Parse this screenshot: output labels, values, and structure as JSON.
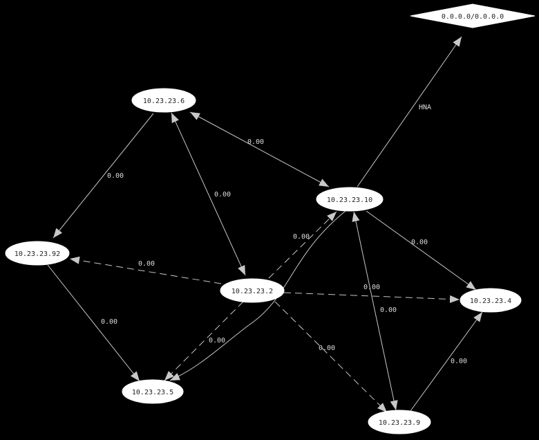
{
  "graph": {
    "background": "#000000",
    "node_fill": "#ffffff",
    "edge_color": "#c8c8c8",
    "nodes": [
      {
        "id": "n6",
        "label": "10.23.23.6",
        "shape": "ellipse"
      },
      {
        "id": "n10",
        "label": "10.23.23.10",
        "shape": "ellipse"
      },
      {
        "id": "n92",
        "label": "10.23.23.92",
        "shape": "ellipse"
      },
      {
        "id": "n2",
        "label": "10.23.23.2",
        "shape": "ellipse"
      },
      {
        "id": "n4",
        "label": "10.23.23.4",
        "shape": "ellipse"
      },
      {
        "id": "n5",
        "label": "10.23.23.5",
        "shape": "ellipse"
      },
      {
        "id": "n9",
        "label": "10.23.23.9",
        "shape": "ellipse"
      },
      {
        "id": "hna",
        "label": "0.0.0.0/0.0.0.0",
        "shape": "diamond"
      }
    ],
    "edges": [
      {
        "from": "n10",
        "to": "hna",
        "label": "HNA",
        "style": "solid",
        "dir": "forward"
      },
      {
        "from": "n6",
        "to": "n10",
        "label": "0.00",
        "style": "solid",
        "dir": "both"
      },
      {
        "from": "n6",
        "to": "n92",
        "label": "0.00",
        "style": "solid",
        "dir": "forward"
      },
      {
        "from": "n6",
        "to": "n2",
        "label": "0.00",
        "style": "solid",
        "dir": "both"
      },
      {
        "from": "n2",
        "to": "n10",
        "label": "0.00",
        "style": "dashed",
        "dir": "forward"
      },
      {
        "from": "n2",
        "to": "n92",
        "label": "0.00",
        "style": "dashed",
        "dir": "forward"
      },
      {
        "from": "n2",
        "to": "n4",
        "label": "0.00",
        "style": "dashed",
        "dir": "forward"
      },
      {
        "from": "n2",
        "to": "n5",
        "label": "0.00",
        "style": "dashed",
        "dir": "forward"
      },
      {
        "from": "n2",
        "to": "n9",
        "label": "0.00",
        "style": "dashed",
        "dir": "forward"
      },
      {
        "from": "n10",
        "to": "n4",
        "label": "0.00",
        "style": "solid",
        "dir": "forward"
      },
      {
        "from": "n10",
        "to": "n9",
        "label": "0.00",
        "style": "solid",
        "dir": "both"
      },
      {
        "from": "n10",
        "to": "n5",
        "label": "",
        "style": "solid",
        "dir": "forward"
      },
      {
        "from": "n92",
        "to": "n5",
        "label": "0.00",
        "style": "solid",
        "dir": "forward"
      },
      {
        "from": "n9",
        "to": "n4",
        "label": "0.00",
        "style": "solid",
        "dir": "forward"
      }
    ]
  }
}
